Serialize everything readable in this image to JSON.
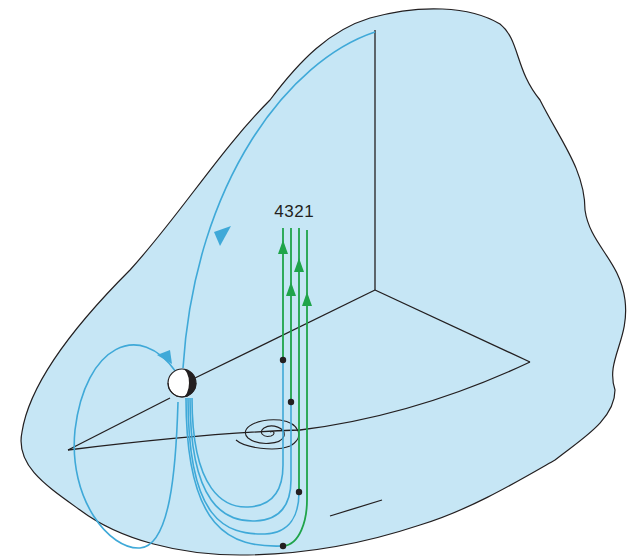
{
  "diagram": {
    "labels": [
      "4",
      "3",
      "2",
      "1"
    ]
  }
}
